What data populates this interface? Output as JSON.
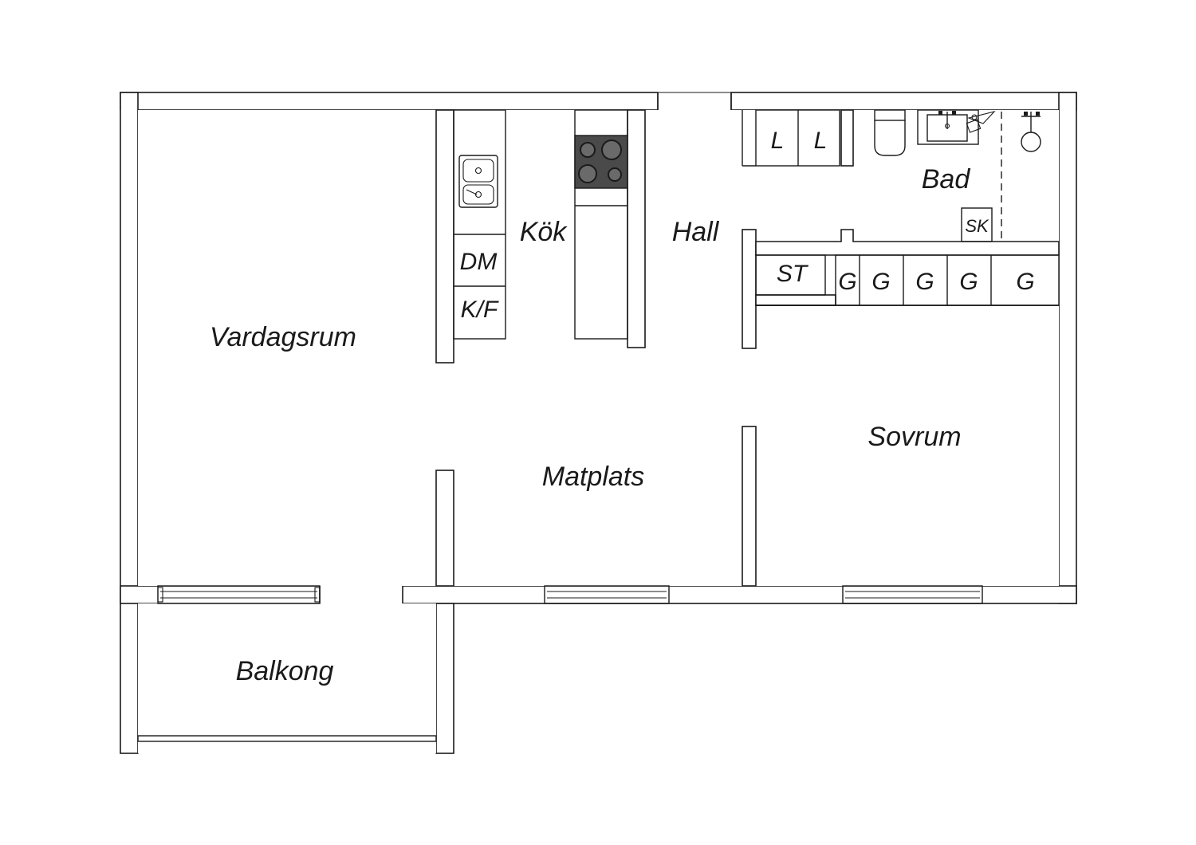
{
  "rooms": {
    "vardagsrum": "Vardagsrum",
    "kok": "Kök",
    "hall": "Hall",
    "bad": "Bad",
    "matplats": "Matplats",
    "sovrum": "Sovrum",
    "balkong": "Balkong"
  },
  "fixtures": {
    "dm": "DM",
    "kf": "K/F",
    "st": "ST",
    "sk": "SK",
    "l1": "L",
    "l2": "L",
    "g1": "G",
    "g2": "G",
    "g3": "G",
    "g4": "G",
    "g5": "G"
  },
  "colors": {
    "line": "#1a1a1a",
    "background": "#ffffff",
    "stove": "#4a4a4a"
  }
}
